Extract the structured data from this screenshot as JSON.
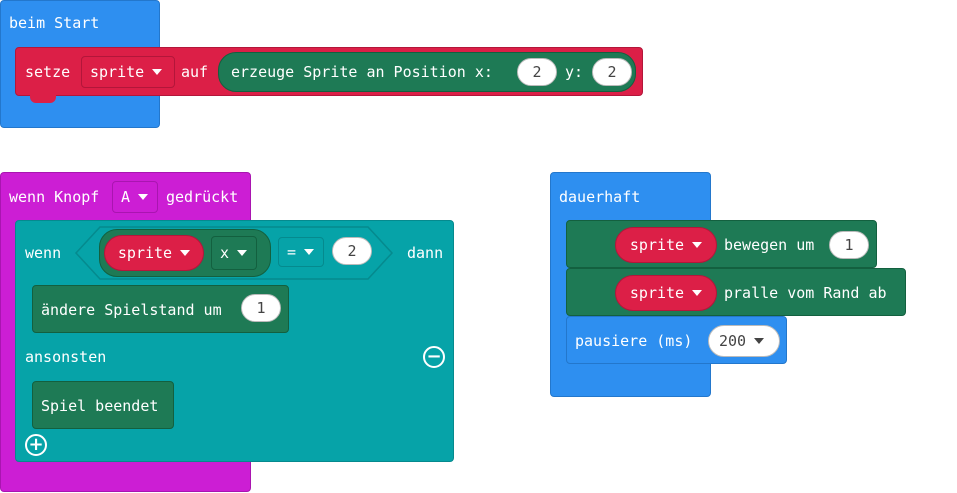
{
  "start_block": {
    "label": "beim Start",
    "set_label": "setze",
    "var": "sprite",
    "to_label": "auf",
    "create_label": "erzeuge Sprite an Position x:",
    "x": "2",
    "y_label": "y:",
    "y": "2"
  },
  "button_block": {
    "label_prefix": "wenn Knopf",
    "button": "A",
    "label_suffix": "gedrückt",
    "if_label": "wenn",
    "cond_var": "sprite",
    "cond_prop": "x",
    "cond_op": "=",
    "cond_value": "2",
    "then_label": "dann",
    "change_label": "ändere Spielstand um",
    "change_value": "1",
    "else_label": "ansonsten",
    "game_over_label": "Spiel beendet"
  },
  "forever_block": {
    "label": "dauerhaft",
    "move_var": "sprite",
    "move_label": "bewegen um",
    "move_value": "1",
    "bounce_var": "sprite",
    "bounce_label": "pralle vom Rand ab",
    "pause_label": "pausiere (ms)",
    "pause_value": "200"
  },
  "colors": {
    "events": "#2e8ff0",
    "variables": "#dc1f47",
    "game": "#1e7a55",
    "logic": "#06a3a8",
    "input": "#cc1ed4"
  },
  "icons": [
    "caret-down-icon",
    "minus-circle-icon",
    "plus-circle-icon"
  ]
}
